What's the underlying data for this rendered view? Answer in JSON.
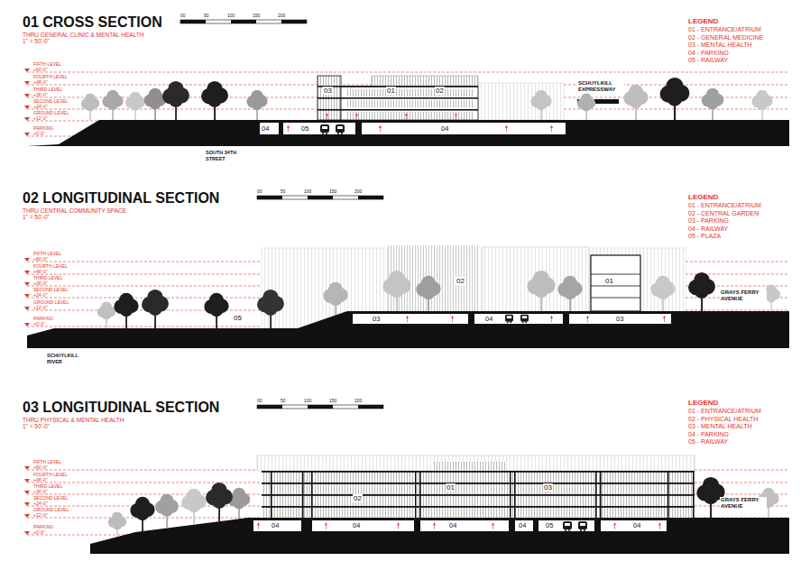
{
  "diagram": {
    "nodes": [
      {
        "text": [
          "04"
        ]
      },
      {
        "text": [
          "05"
        ]
      },
      {
        "text": [
          "04"
        ]
      },
      {
        "text": [
          "03"
        ]
      },
      {
        "text": [
          "04"
        ]
      },
      {
        "text": [
          "03"
        ]
      },
      {
        "text": [
          "04"
        ]
      },
      {
        "text": [
          "04"
        ]
      },
      {
        "text": [
          "04"
        ]
      },
      {
        "text": [
          "04"
        ]
      },
      {
        "text": [
          "05"
        ]
      },
      {
        "text": [
          "04"
        ]
      }
    ],
    "labels": [
      "01 CROSS SECTION",
      "THRU GENERAL CLINIC & MENTAL HEALTH",
      "1\" = 50'-0\"",
      "00",
      "50",
      "100",
      "150",
      "200",
      "LEGEND",
      "01 - ENTRANCE/ATRIUM",
      "02 - GENERAL MEDICINE",
      "03 - MENTAL HEALTH",
      "04 - PARKING",
      "05 - RAILWAY",
      "FIFTH LEVEL",
      "+60'-0\"",
      "FOURTH LEVEL",
      "+48'-0\"",
      "THIRD LEVEL",
      "+36'-0\"",
      "SECOND LEVEL",
      "+24'-0\"",
      "GROUND LEVEL",
      "+12'-0\"",
      "PARKING",
      "+0'-0\"",
      "03",
      "01",
      "02",
      "SCHUYLKILL EXPRESSWAY",
      "SOUTH 34TH STREET",
      "02 LONGITUDINAL SECTION",
      "THRU CENTRAL COMMUNITY SPACE",
      "1\" = 50'-0\"",
      "00",
      "50",
      "100",
      "150",
      "200",
      "LEGEND",
      "01 - ENTRANCE/ATRIUM",
      "02 - CENTRAL GARDEN",
      "03 - PARKING",
      "04 - RAILWAY",
      "05 - PLAZA",
      "FIFTH LEVEL",
      "+60'-0\"",
      "FOURTH LEVEL",
      "+48'-0\"",
      "THIRD LEVEL",
      "+36'-0\"",
      "SECOND LEVEL",
      "+24'-0\"",
      "GROUND LEVEL",
      "+12'-0\"",
      "PARKING",
      "+0'-0\"",
      "02",
      "01",
      "05",
      "GRAYS FERRY AVENUE",
      "SCHUYLKILL RIVER",
      "03 LONGITUDINAL SECTION",
      "THRU PHYSICAL & MENTAL HEALTH",
      "1\" = 50'-0\"",
      "00",
      "50",
      "100",
      "150",
      "200",
      "LEGEND",
      "01 - ENTRANCE/ATRIUM",
      "02 - PHYSICAL HEALTH",
      "03 - MENTAL HEALTH",
      "04 - PARKING",
      "05 - RAILWAY",
      "FIFTH LEVEL",
      "+60'-0\"",
      "FOURTH LEVEL",
      "+48'-0\"",
      "THIRD LEVEL",
      "+36'-0\"",
      "SECOND LEVEL",
      "+24'-0\"",
      "GROUND LEVEL",
      "+12'-0\"",
      "PARKING",
      "+0'-0\"",
      "02",
      "01",
      "03",
      "GRAYS FERRY AVENUE"
    ]
  }
}
